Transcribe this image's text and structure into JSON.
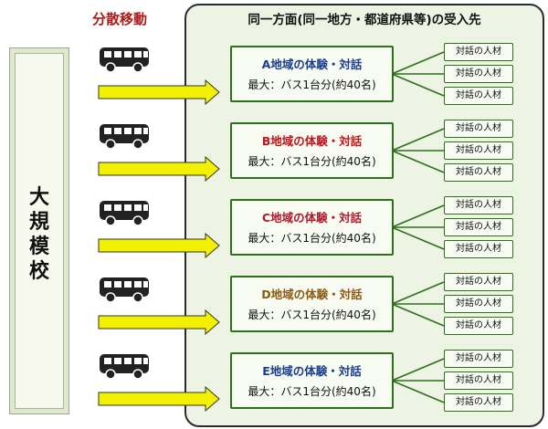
{
  "dispersal_label": "分散移動",
  "school_label": [
    "大",
    "規",
    "模",
    "校"
  ],
  "destination_title": "同一方面(同一地方・都道府県等)の受入先",
  "capacity_text": "最大：バス1台分(約40名)",
  "dialogue_label": "対話の人材",
  "colors": {
    "dispersal": "#b01818",
    "arrow_fill": "#f2f200",
    "box_border": "#2e6f1d",
    "panel_bg": "#eef4e3"
  },
  "areas": [
    {
      "name": "A地域の体験・対話",
      "color": "#1a3d8f"
    },
    {
      "name": "B地域の体験・対話",
      "color": "#c0141c"
    },
    {
      "name": "C地域の体験・対話",
      "color": "#b0182c"
    },
    {
      "name": "D地域の体験・対話",
      "color": "#8a5a14"
    },
    {
      "name": "E地域の体験・対話",
      "color": "#1a3d8f"
    }
  ],
  "icons": [
    "bus-icon",
    "arrow-right-icon"
  ]
}
